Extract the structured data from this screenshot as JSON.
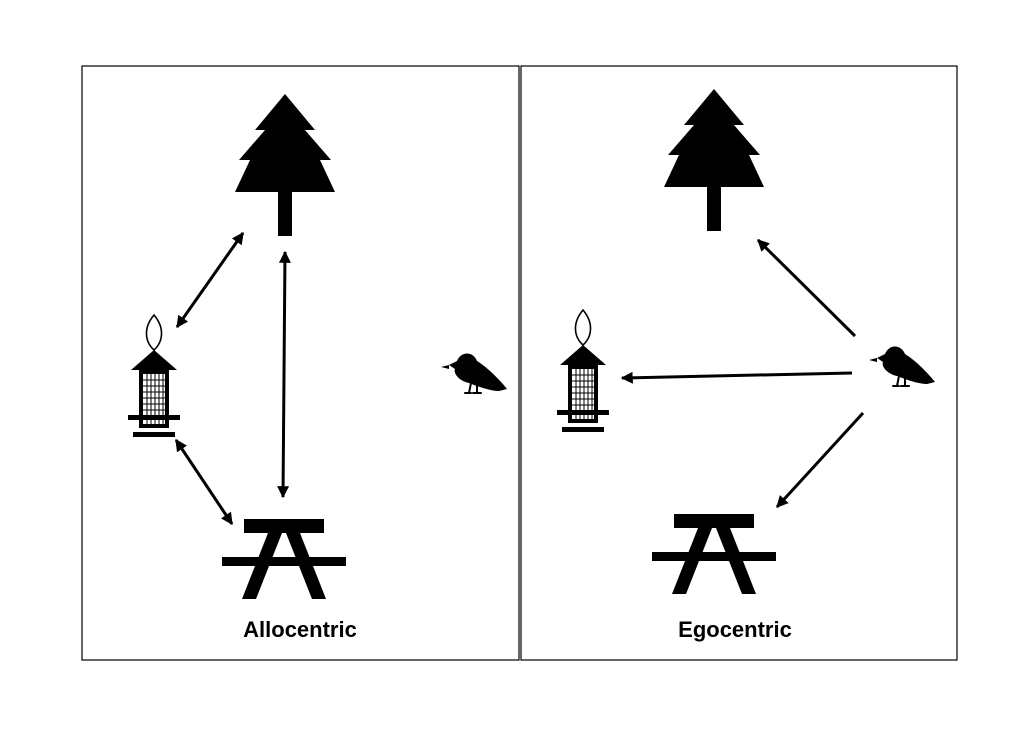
{
  "panels": [
    {
      "id": "allocentric",
      "label": "Allocentric"
    },
    {
      "id": "egocentric",
      "label": "Egocentric"
    }
  ],
  "landmarks": [
    "tree-icon",
    "bird-feeder-icon",
    "picnic-table-icon",
    "bird-icon"
  ],
  "colors": {
    "ink": "#000000",
    "background": "#ffffff"
  }
}
